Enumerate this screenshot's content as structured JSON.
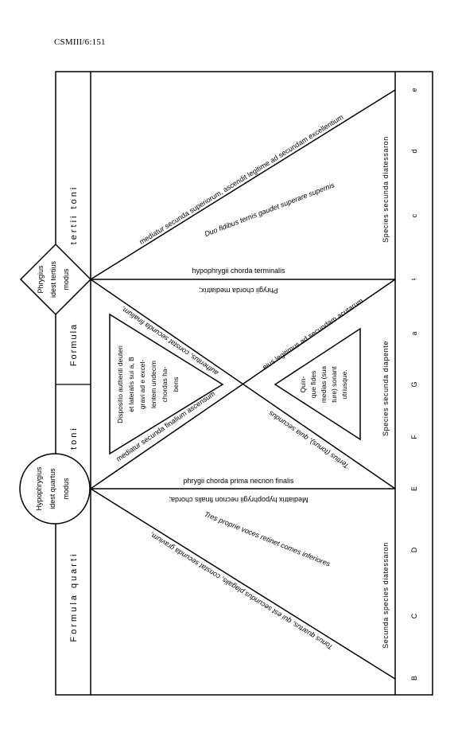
{
  "header": {
    "ref": "CSMIII/6:151"
  },
  "left_column": {
    "top_label": "tertii   toni",
    "mid_label": "Formula",
    "mid2_label": "toni",
    "bottom_label": "Formula   quarti"
  },
  "diamond": {
    "line1": "Phrygius",
    "line2": "idest tertius",
    "line3": "modus"
  },
  "circle": {
    "line1": "Hypophrygius",
    "line2": "idest quartus",
    "line3": "modus"
  },
  "notes": [
    "B",
    "C",
    "D",
    "E",
    "F",
    "G",
    "a",
    "♮",
    "c",
    "d",
    "e"
  ],
  "labels": {
    "top_diag_upper": "mediatur secunda superiorum, ascendit legitime ad secundam excellentium",
    "top_diag_lower": "Duo fidibus ternis gaudet superare supernis",
    "hypophrygii_term": "hypophrygii chorda terminalis",
    "phrygii_med": "Phrygii chorda mediatrix;",
    "tertius_upper": "authentus, constat secunda finalium,",
    "tertius_lower_main": "Tertius (tonus), quia secundus",
    "eius_legitimus": "eius legitimus ad secundam acutarum",
    "mediatur_finalium": "mediatur secunda finalium ascensum",
    "dispositio": [
      "Dispositio authenti deuteri",
      "et lateralis sui a, B",
      "gravi ad e excel-",
      "lentem undecim",
      "chordas ha-",
      "bens"
    ],
    "quinque": [
      "Quin-",
      "que fides",
      "medias (sua",
      "ture) sonant",
      "utriusque."
    ],
    "phrygii_prima": "phrygii chorda prima necnon finalis",
    "mediatrix_hypo": "Mediatrix hypophrygii necnon finalis chorda;",
    "tres_proprie": "Tres proprie voces retinet comes inferiores",
    "tonus_quartus_a": "Tonus quartus, qui est secundus plagalis, constat secunda gravium,",
    "species_top": "Species secunda diatessaron",
    "species_mid": "Species secunda diapente",
    "species_bottom": "Secunda species diatessaron"
  }
}
